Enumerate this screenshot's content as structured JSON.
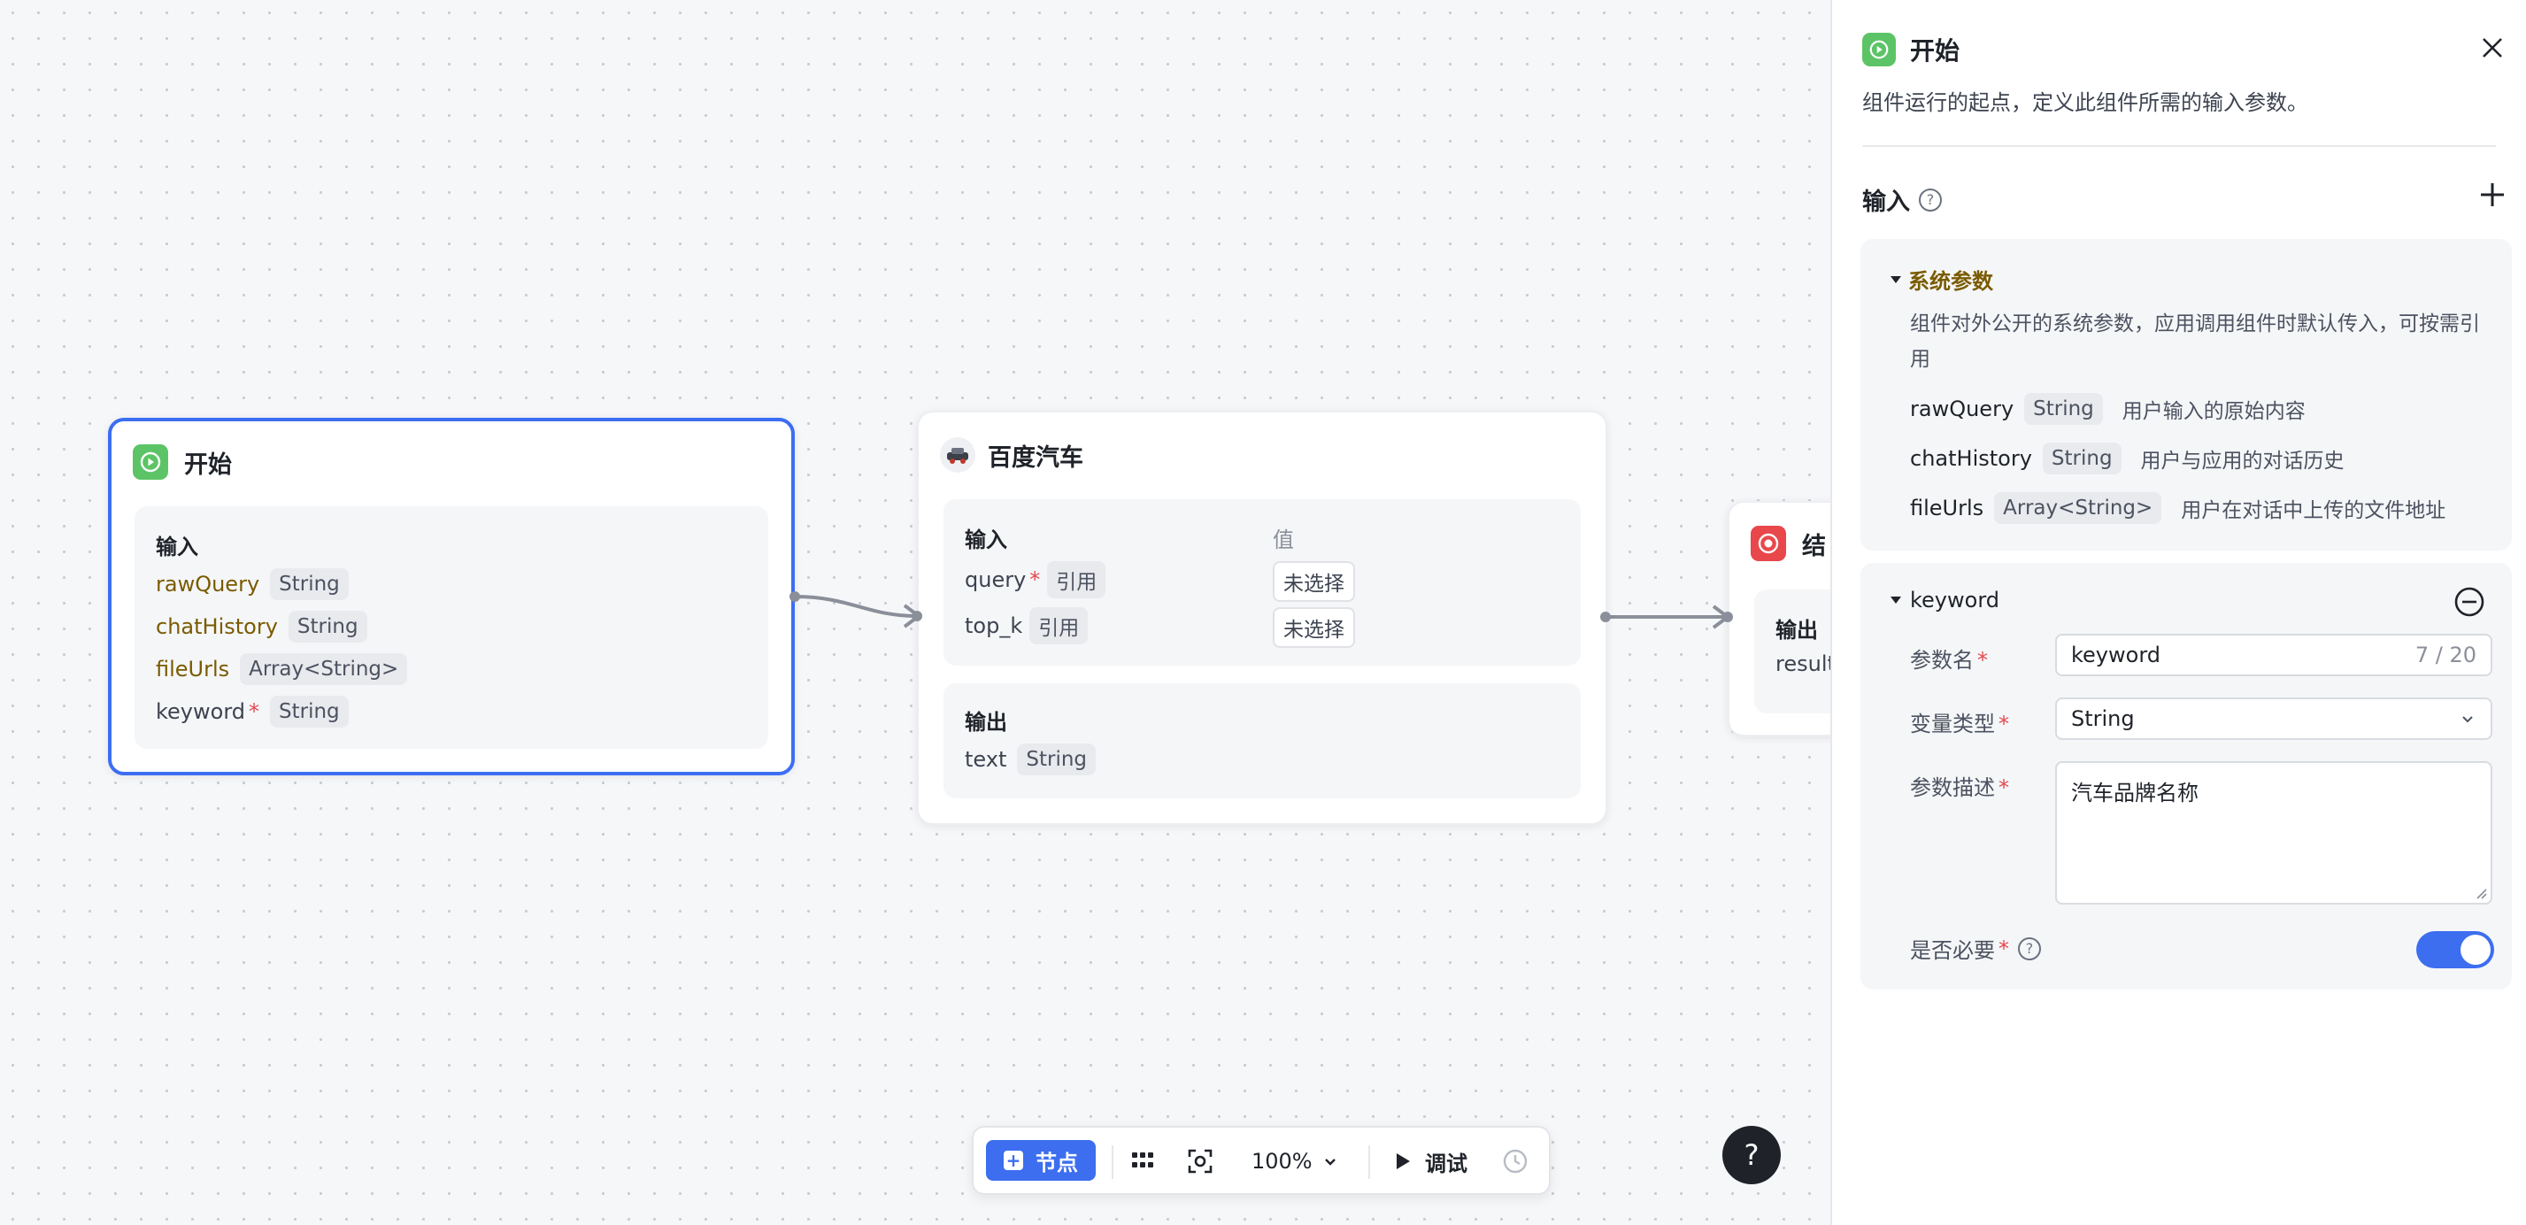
{
  "canvas": {
    "start_node": {
      "title": "开始",
      "input_title": "输入",
      "params": [
        {
          "name": "rawQuery",
          "type": "String",
          "required": false
        },
        {
          "name": "chatHistory",
          "type": "String",
          "required": false
        },
        {
          "name": "fileUrls",
          "type": "Array<String>",
          "required": false
        },
        {
          "name": "keyword",
          "type": "String",
          "required": true
        }
      ]
    },
    "tool_node": {
      "title": "百度汽车",
      "input_title": "输入",
      "value_header": "值",
      "inputs": [
        {
          "name": "query",
          "required": true,
          "ref_label": "引用",
          "value": "未选择"
        },
        {
          "name": "top_k",
          "required": false,
          "ref_label": "引用",
          "value": "未选择"
        }
      ],
      "output_title": "输出",
      "outputs": [
        {
          "name": "text",
          "type": "String"
        }
      ]
    },
    "end_node": {
      "title": "结",
      "output_title": "输出",
      "output_partial": "result"
    }
  },
  "toolbar": {
    "add_label": "节点",
    "zoom": "100%",
    "debug_label": "调试"
  },
  "help": {
    "label": "?"
  },
  "panel": {
    "title": "开始",
    "description": "组件运行的起点，定义此组件所需的输入参数。",
    "input_header": "输入",
    "system_params": {
      "title": "系统参数",
      "description": "组件对外公开的系统参数，应用调用组件时默认传入，可按需引用",
      "items": [
        {
          "name": "rawQuery",
          "type": "String",
          "desc": "用户输入的原始内容"
        },
        {
          "name": "chatHistory",
          "type": "String",
          "desc": "用户与应用的对话历史"
        },
        {
          "name": "fileUrls",
          "type": "Array<String>",
          "desc": "用户在对话中上传的文件地址"
        }
      ]
    },
    "custom_param": {
      "title": "keyword",
      "name_label": "参数名",
      "name_value": "keyword",
      "name_count": "7 / 20",
      "type_label": "变量类型",
      "type_value": "String",
      "desc_label": "参数描述",
      "desc_value": "汽车品牌名称",
      "required_label": "是否必要",
      "required": true
    }
  },
  "colors": {
    "accent": "#3d6ef0",
    "start_icon": "#5cc466",
    "end_icon": "#e8474b",
    "param_name": "#7a5b00"
  }
}
